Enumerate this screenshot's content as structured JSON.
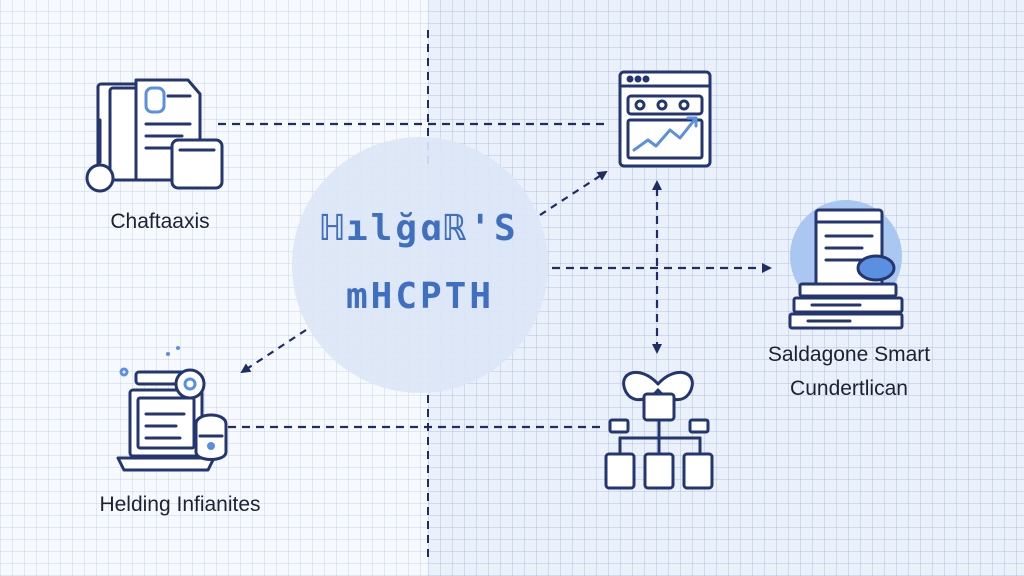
{
  "colors": {
    "line": "#1f2d63",
    "icon": "#24366f",
    "accent": "#5b8fe0",
    "center_fill": "#dbe6f6",
    "center_text": "#3e6fc1"
  },
  "center": {
    "title_line1": "ℍılğɑℝ'S",
    "title_line2": "mHCPTH"
  },
  "nodes": [
    {
      "id": "top-left",
      "label": "Chaftaaxis",
      "icon": "document-stack-icon"
    },
    {
      "id": "top-right",
      "label": "",
      "icon": "browser-chart-icon"
    },
    {
      "id": "mid-right",
      "label_line1": "Saldagone Smart",
      "label_line2": "Cundertlican",
      "icon": "book-stack-icon"
    },
    {
      "id": "bottom-right",
      "label": "",
      "icon": "network-hierarchy-icon"
    },
    {
      "id": "bottom-left",
      "label": "Helding Infianites",
      "icon": "laptop-gear-icon"
    }
  ]
}
